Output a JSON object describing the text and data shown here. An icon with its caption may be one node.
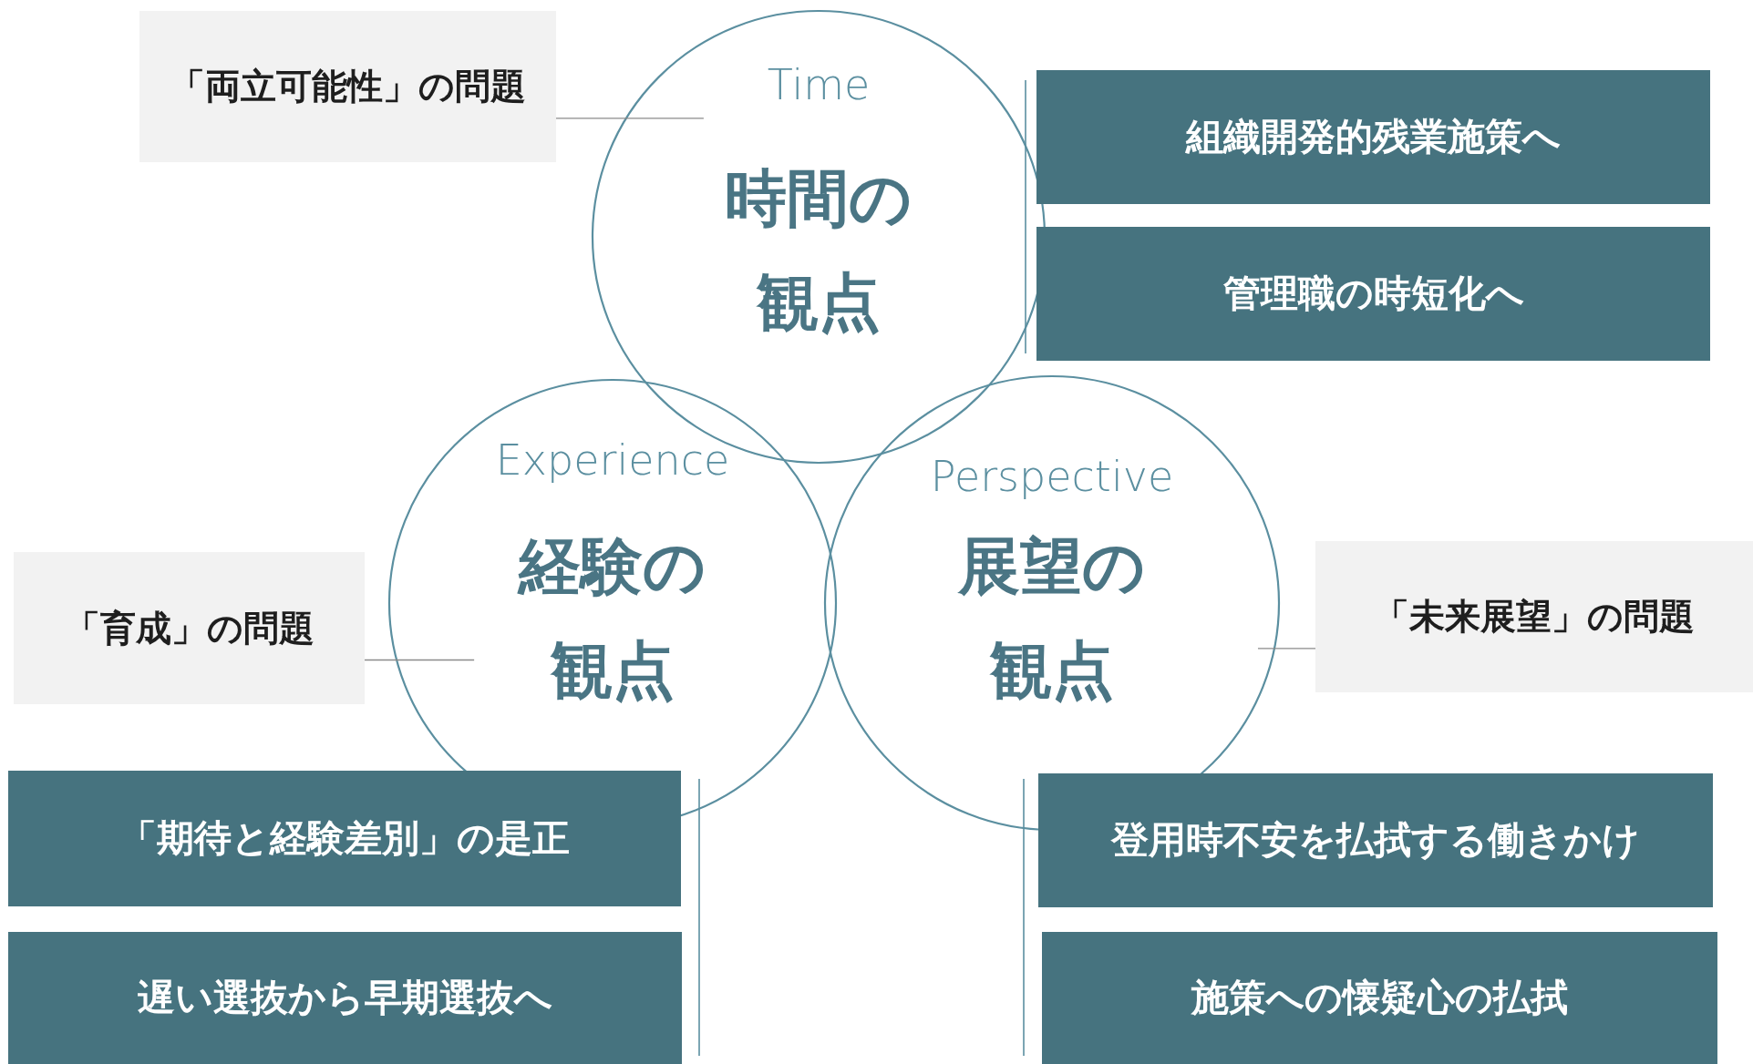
{
  "diagram": {
    "nodes": [
      {
        "text": [
          "「両立可能性」の問題"
        ]
      },
      {
        "text": [
          "Time",
          "時間の観点"
        ]
      },
      {
        "text": [
          "組織開発的残業施策へ"
        ]
      },
      {
        "text": [
          "管理職の時短化へ"
        ]
      },
      {
        "text": [
          "「育成」の問題"
        ]
      },
      {
        "text": [
          "Experience",
          "経験の観点"
        ]
      },
      {
        "text": [
          "Perspective",
          "展望の観点"
        ]
      },
      {
        "text": [
          "「未来展望」の問題"
        ]
      },
      {
        "text": [
          "「期待と経験差別」の是正"
        ]
      },
      {
        "text": [
          "遅い選抜から早期選抜へ"
        ]
      },
      {
        "text": [
          "登用時不安を払拭する働きかけ"
        ]
      },
      {
        "text": [
          "施策への懐疑心の払拭"
        ]
      }
    ],
    "edges": [
      {
        "from": 0,
        "to": 1,
        "arrow": "none"
      },
      {
        "from": 4,
        "to": 5,
        "arrow": "none"
      },
      {
        "from": 7,
        "to": 6,
        "arrow": "none"
      }
    ]
  }
}
